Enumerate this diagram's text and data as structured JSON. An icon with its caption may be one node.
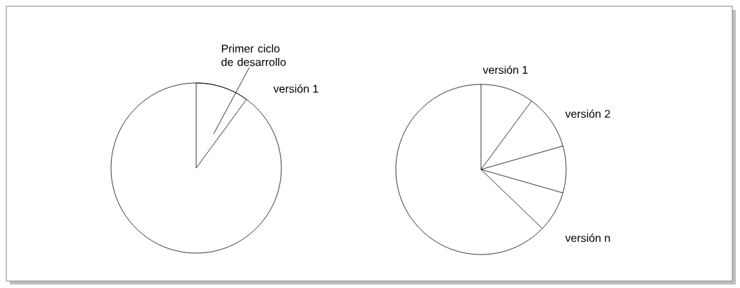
{
  "diagram": {
    "nodes": [
      {
        "text": [
          "Primer ciclo de desarrollo"
        ]
      },
      {
        "text": [],
        "shape": "sector"
      }
    ],
    "edges": [
      {
        "from": 0,
        "to": 1,
        "arrow": "none"
      }
    ],
    "labels": [
      "versión 1",
      "versión 1",
      "versión 2",
      "versión n"
    ]
  }
}
